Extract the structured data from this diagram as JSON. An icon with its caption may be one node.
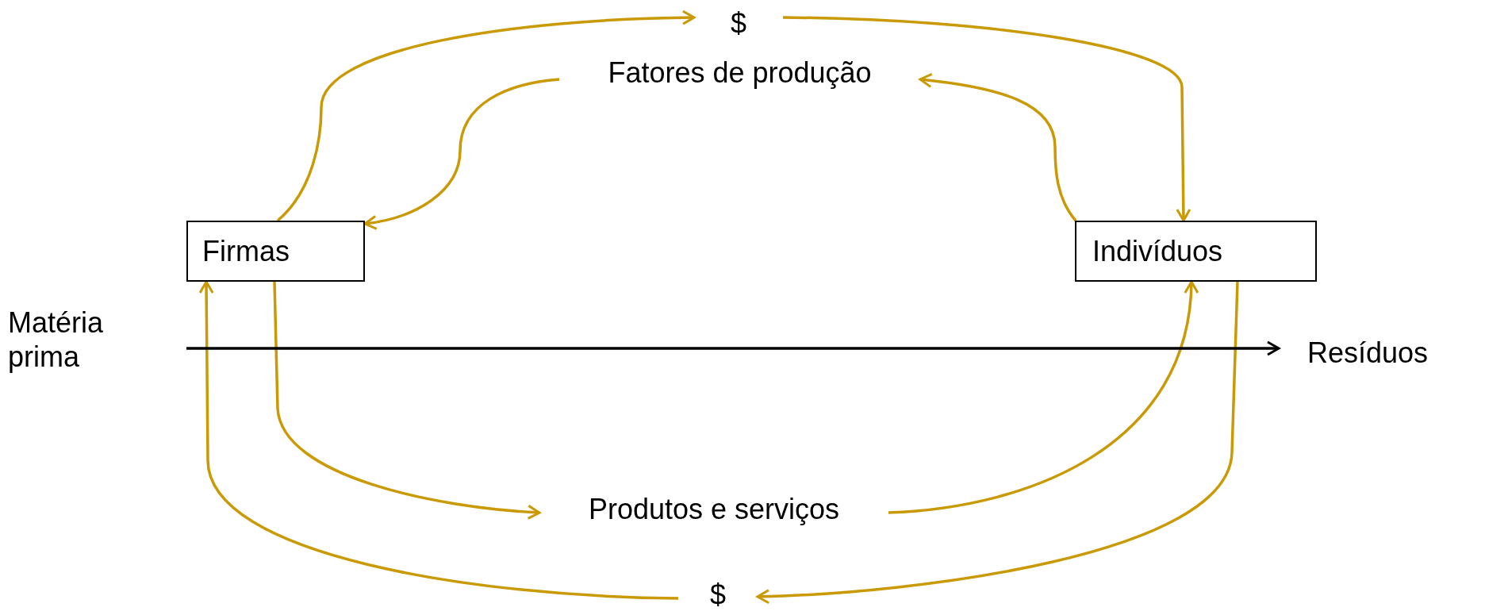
{
  "diagram": {
    "nodes": [
      {
        "text": [
          "$"
        ]
      },
      {
        "text": [
          "Fatores de produção"
        ]
      },
      {
        "text": [
          "Firmas"
        ]
      },
      {
        "text": [
          "Indivíduos"
        ]
      },
      {
        "text": [
          "Matéria prima"
        ]
      },
      {
        "text": [
          "Resíduos"
        ]
      },
      {
        "text": [
          "Produtos e serviços"
        ]
      },
      {
        "text": [
          "$"
        ]
      }
    ],
    "edges": [
      {
        "from": 2,
        "to": 0,
        "arrow": "to"
      },
      {
        "from": 0,
        "to": 3,
        "arrow": "to"
      },
      {
        "from": 3,
        "to": 1,
        "arrow": "to"
      },
      {
        "from": 1,
        "to": 2,
        "arrow": "to"
      },
      {
        "from": 2,
        "to": 6,
        "arrow": "to"
      },
      {
        "from": 6,
        "to": 3,
        "arrow": "to"
      },
      {
        "from": 3,
        "to": 7,
        "arrow": "to"
      },
      {
        "from": 7,
        "to": 2,
        "arrow": "to"
      },
      {
        "from": 4,
        "to": 5,
        "arrow": "to",
        "color": "#000000"
      }
    ]
  }
}
